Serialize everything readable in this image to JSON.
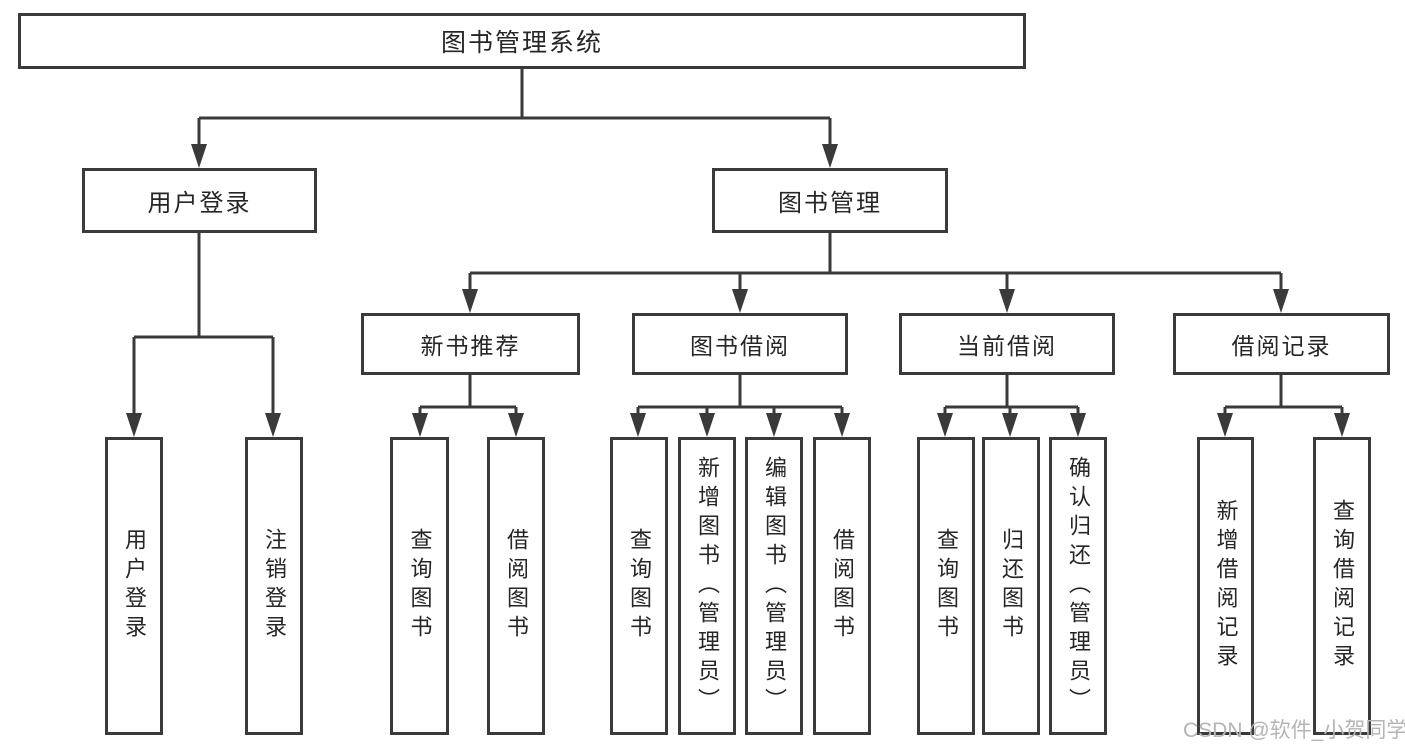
{
  "diagram_title": "图书管理系统",
  "nodes": {
    "root": "图书管理系统",
    "level1": [
      "用户登录",
      "图书管理"
    ],
    "level2": [
      "新书推荐",
      "图书借阅",
      "当前借阅",
      "借阅记录"
    ]
  },
  "leaves": [
    "用户登录",
    "注销登录",
    "查询图书",
    "借阅图书",
    "查询图书",
    "新增图书（管理员）",
    "编辑图书（管理员）",
    "借阅图书",
    "查询图书",
    "归还图书",
    "确认归还（管理员）",
    "新增借阅记录",
    "查询借阅记录"
  ],
  "watermark": "CSDN @软件_小贺同学",
  "colors": {
    "line": "#3a3a3a",
    "border": "#3a3a3a",
    "text": "#262626",
    "box_fill": "#ffffff",
    "watermark": "#b5b5b5",
    "background": "#ffffff"
  }
}
